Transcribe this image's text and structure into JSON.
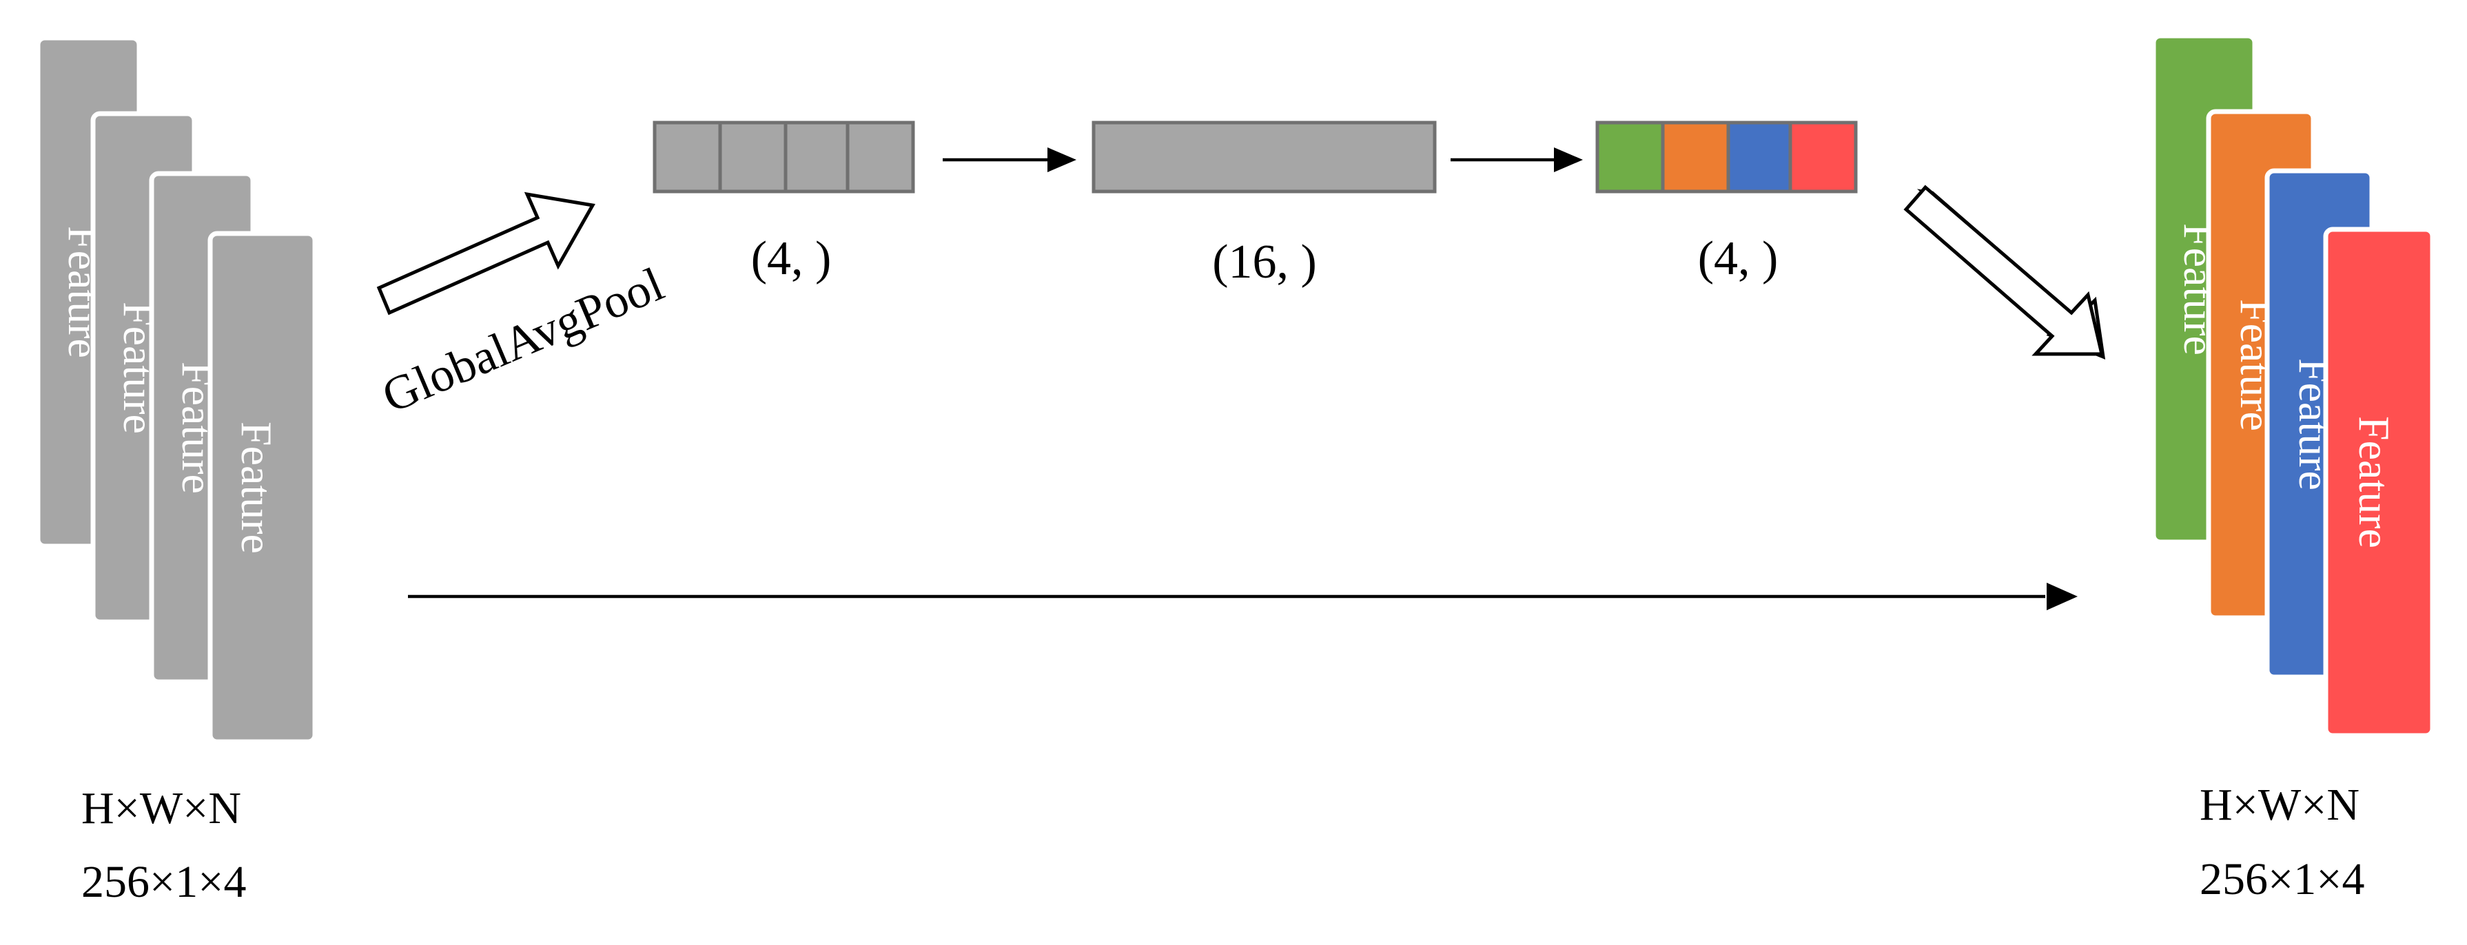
{
  "colors": {
    "feature_gray": "#a6a6a6",
    "cell_gray": "#a6a6a6",
    "green": "#70ad47",
    "orange": "#ed7d31",
    "blue": "#4472c4",
    "red": "#ff5050"
  },
  "input_stack": {
    "card_label": "Feature",
    "card_count": 4,
    "dims_formula": "H×W×N",
    "dims_values": "256×1×4"
  },
  "pool": {
    "label": "GlobalAvgPool"
  },
  "vectors": [
    {
      "shape": "(4, )",
      "cells": 4
    },
    {
      "shape": "(16, )",
      "cells": 1
    },
    {
      "shape": "(4, )",
      "cells": 4
    }
  ],
  "output_stack": {
    "card_label": "Feature",
    "card_count": 4,
    "dims_formula": "H×W×N",
    "dims_values": "256×1×4"
  }
}
